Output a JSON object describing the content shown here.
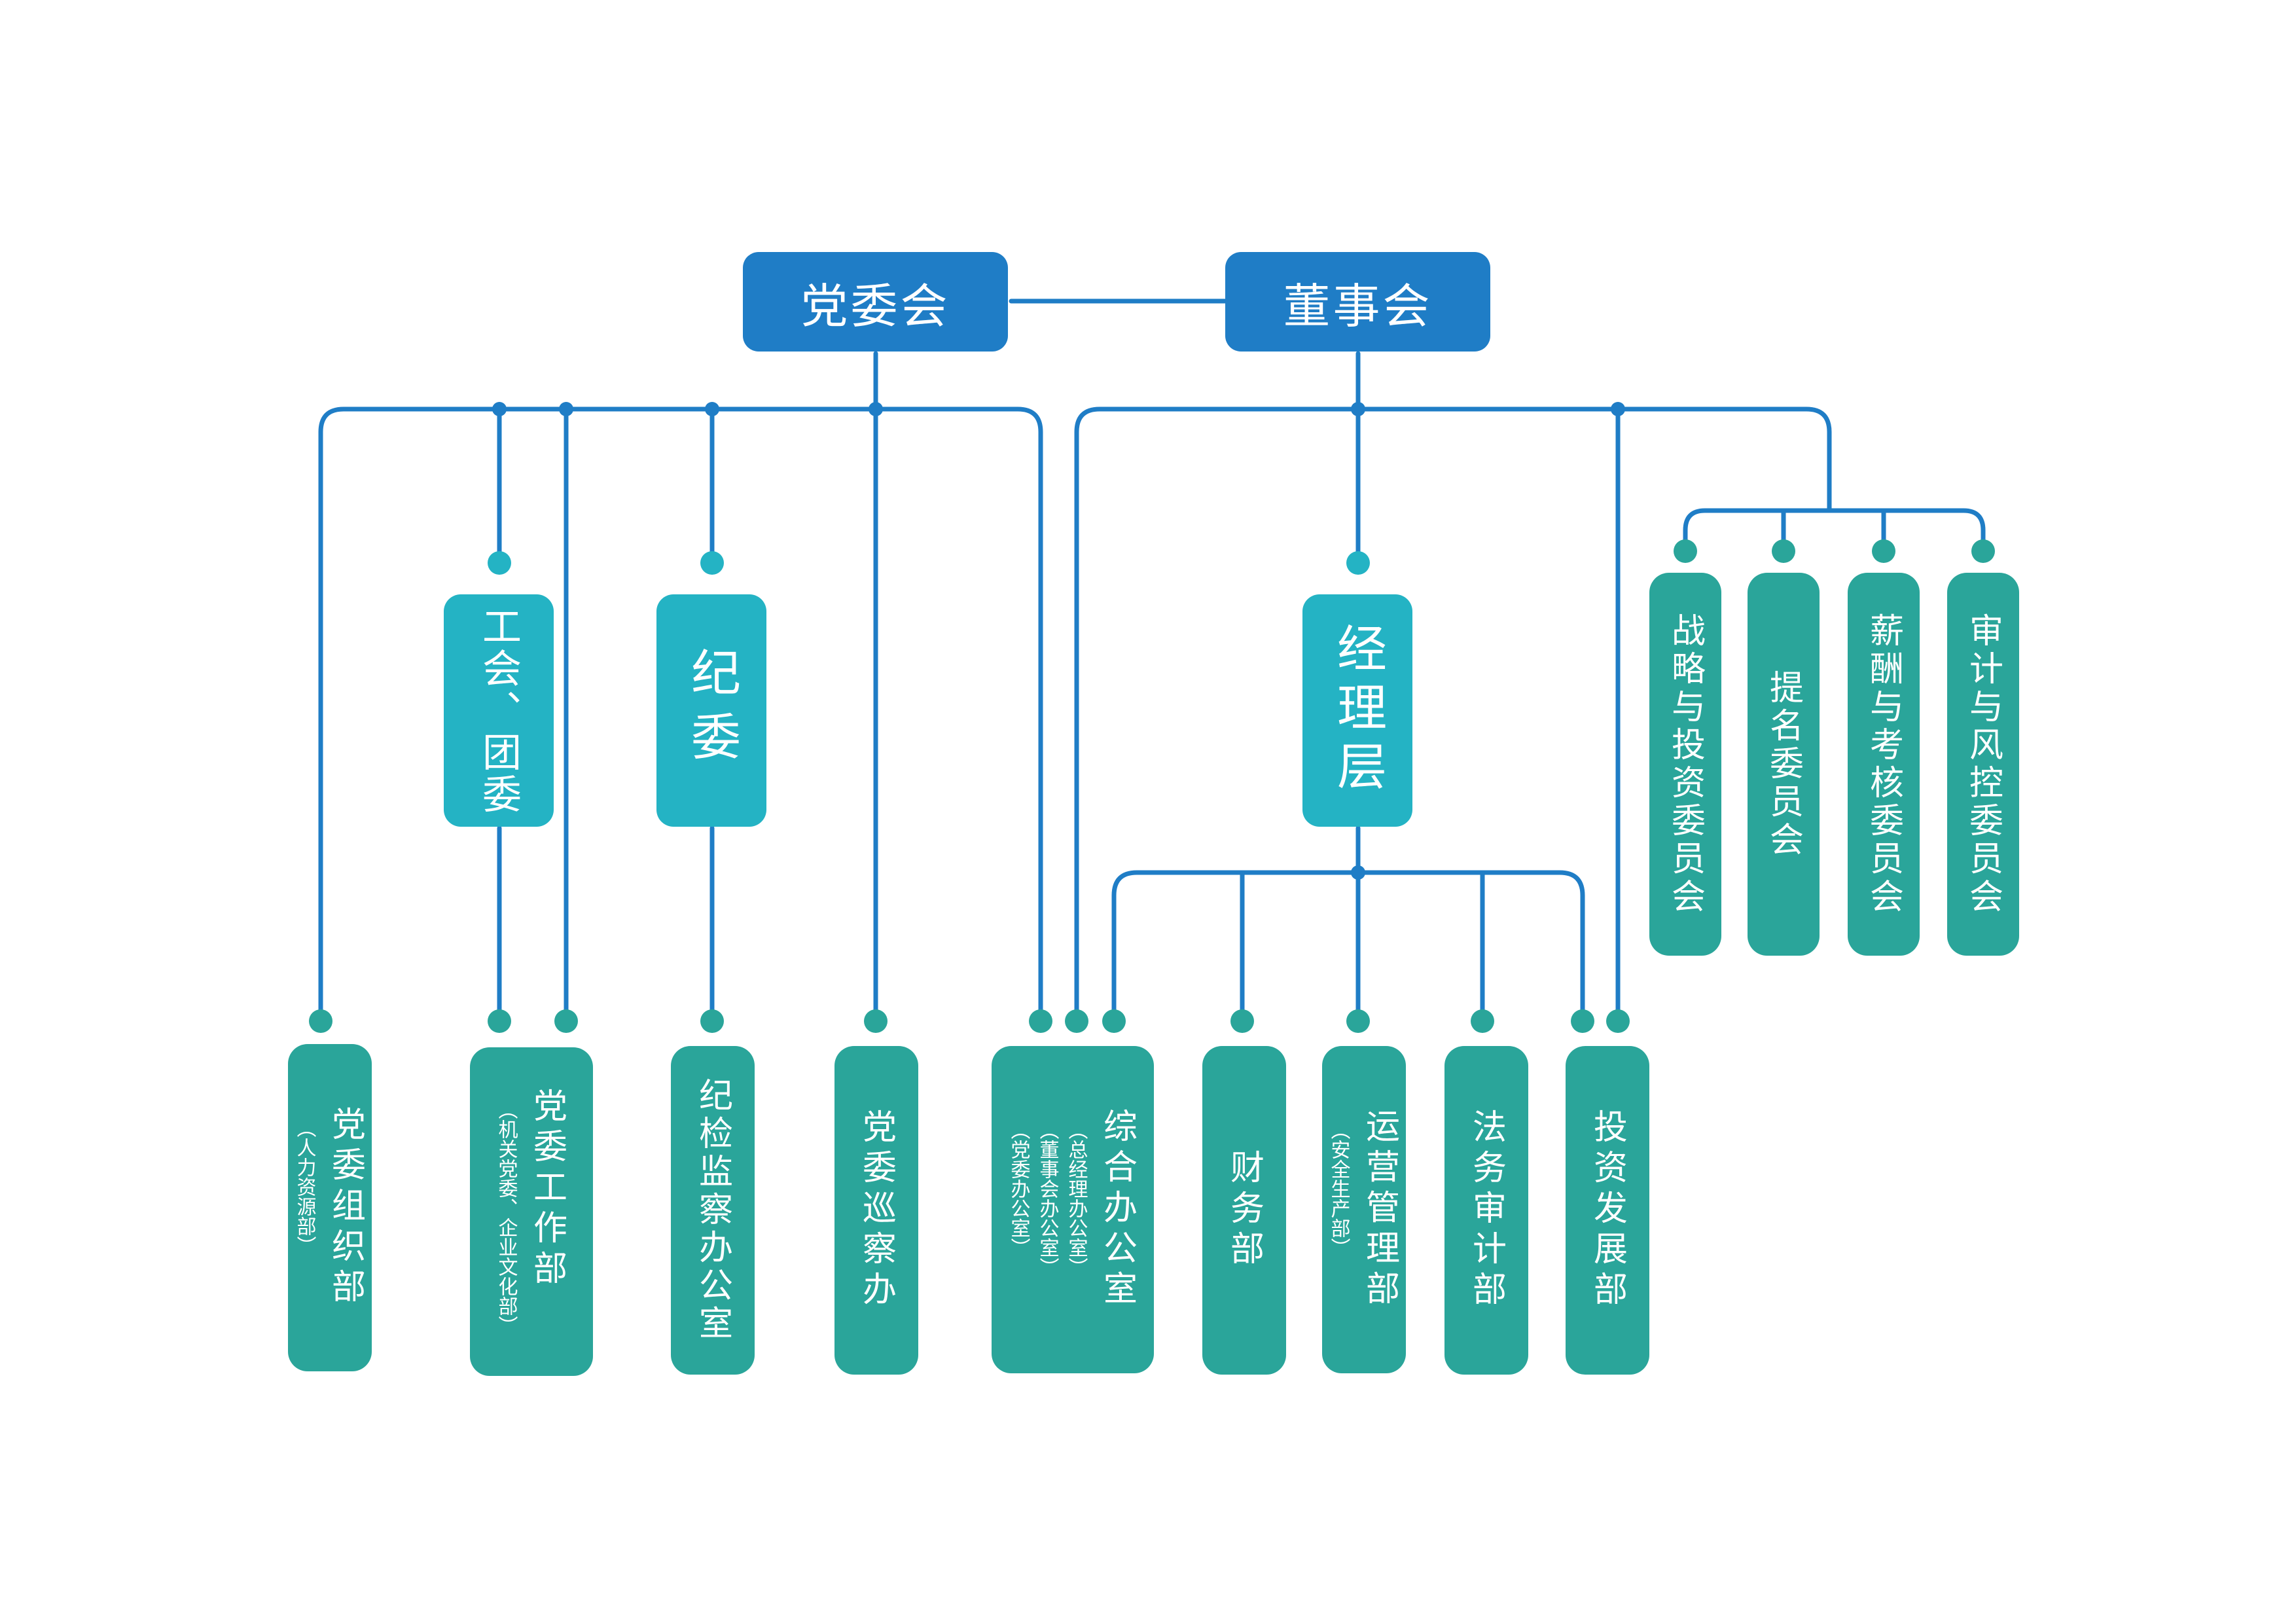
{
  "colors": {
    "top": "#1f7dc6",
    "middle": "#24b3c4",
    "bottom": "#2aa59a",
    "line": "#1f7dc6"
  },
  "top": {
    "party_committee": "党委会",
    "board": "董事会"
  },
  "middle": {
    "union": "工会、团委",
    "discipline": "纪委",
    "management": "经理层"
  },
  "committees": [
    {
      "label": "战略与投资委员会"
    },
    {
      "label": "提名委员会"
    },
    {
      "label": "薪酬与考核委员会"
    },
    {
      "label": "审计与风控委员会"
    }
  ],
  "departments": {
    "org": {
      "label": "党委组织部",
      "note": "（人力资源部）"
    },
    "work": {
      "label": "党委工作部",
      "note": "（机关党委、企业文化部）"
    },
    "discipline_office": {
      "label": "纪检监察办公室"
    },
    "inspection": {
      "label": "党委巡察办"
    },
    "general_office": {
      "label": "综合办公室",
      "notes": [
        "（总经理办公室）",
        "（董事会办公室）",
        "（党委办公室）"
      ]
    },
    "finance": {
      "label": "财务部"
    },
    "operations": {
      "label": "运营管理部",
      "note": "（安全生产部）"
    },
    "legal": {
      "label": "法务审计部"
    },
    "investment": {
      "label": "投资发展部"
    }
  }
}
